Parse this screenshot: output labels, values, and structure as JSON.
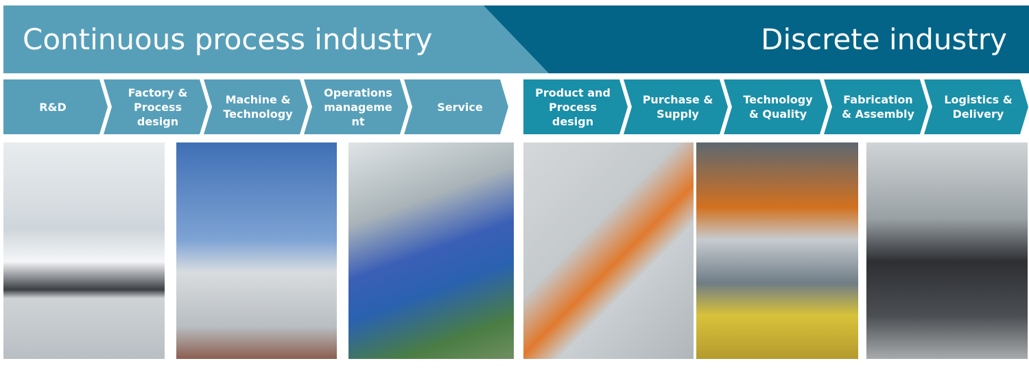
{
  "banner": {
    "left_title": "Continuous process industry",
    "right_title": "Discrete industry"
  },
  "continuous_steps": [
    "R&D",
    "Factory & Process design",
    "Machine & Technology",
    "Operations manageme nt",
    "Service"
  ],
  "discrete_steps": [
    "Product and Process design",
    "Purchase & Supply",
    "Technology & Quality",
    "Fabrication & Assembly",
    "Logistics & Delivery"
  ],
  "colors": {
    "light": "#579fb9",
    "dark": "#036487",
    "teal": "#1a8fa8"
  }
}
